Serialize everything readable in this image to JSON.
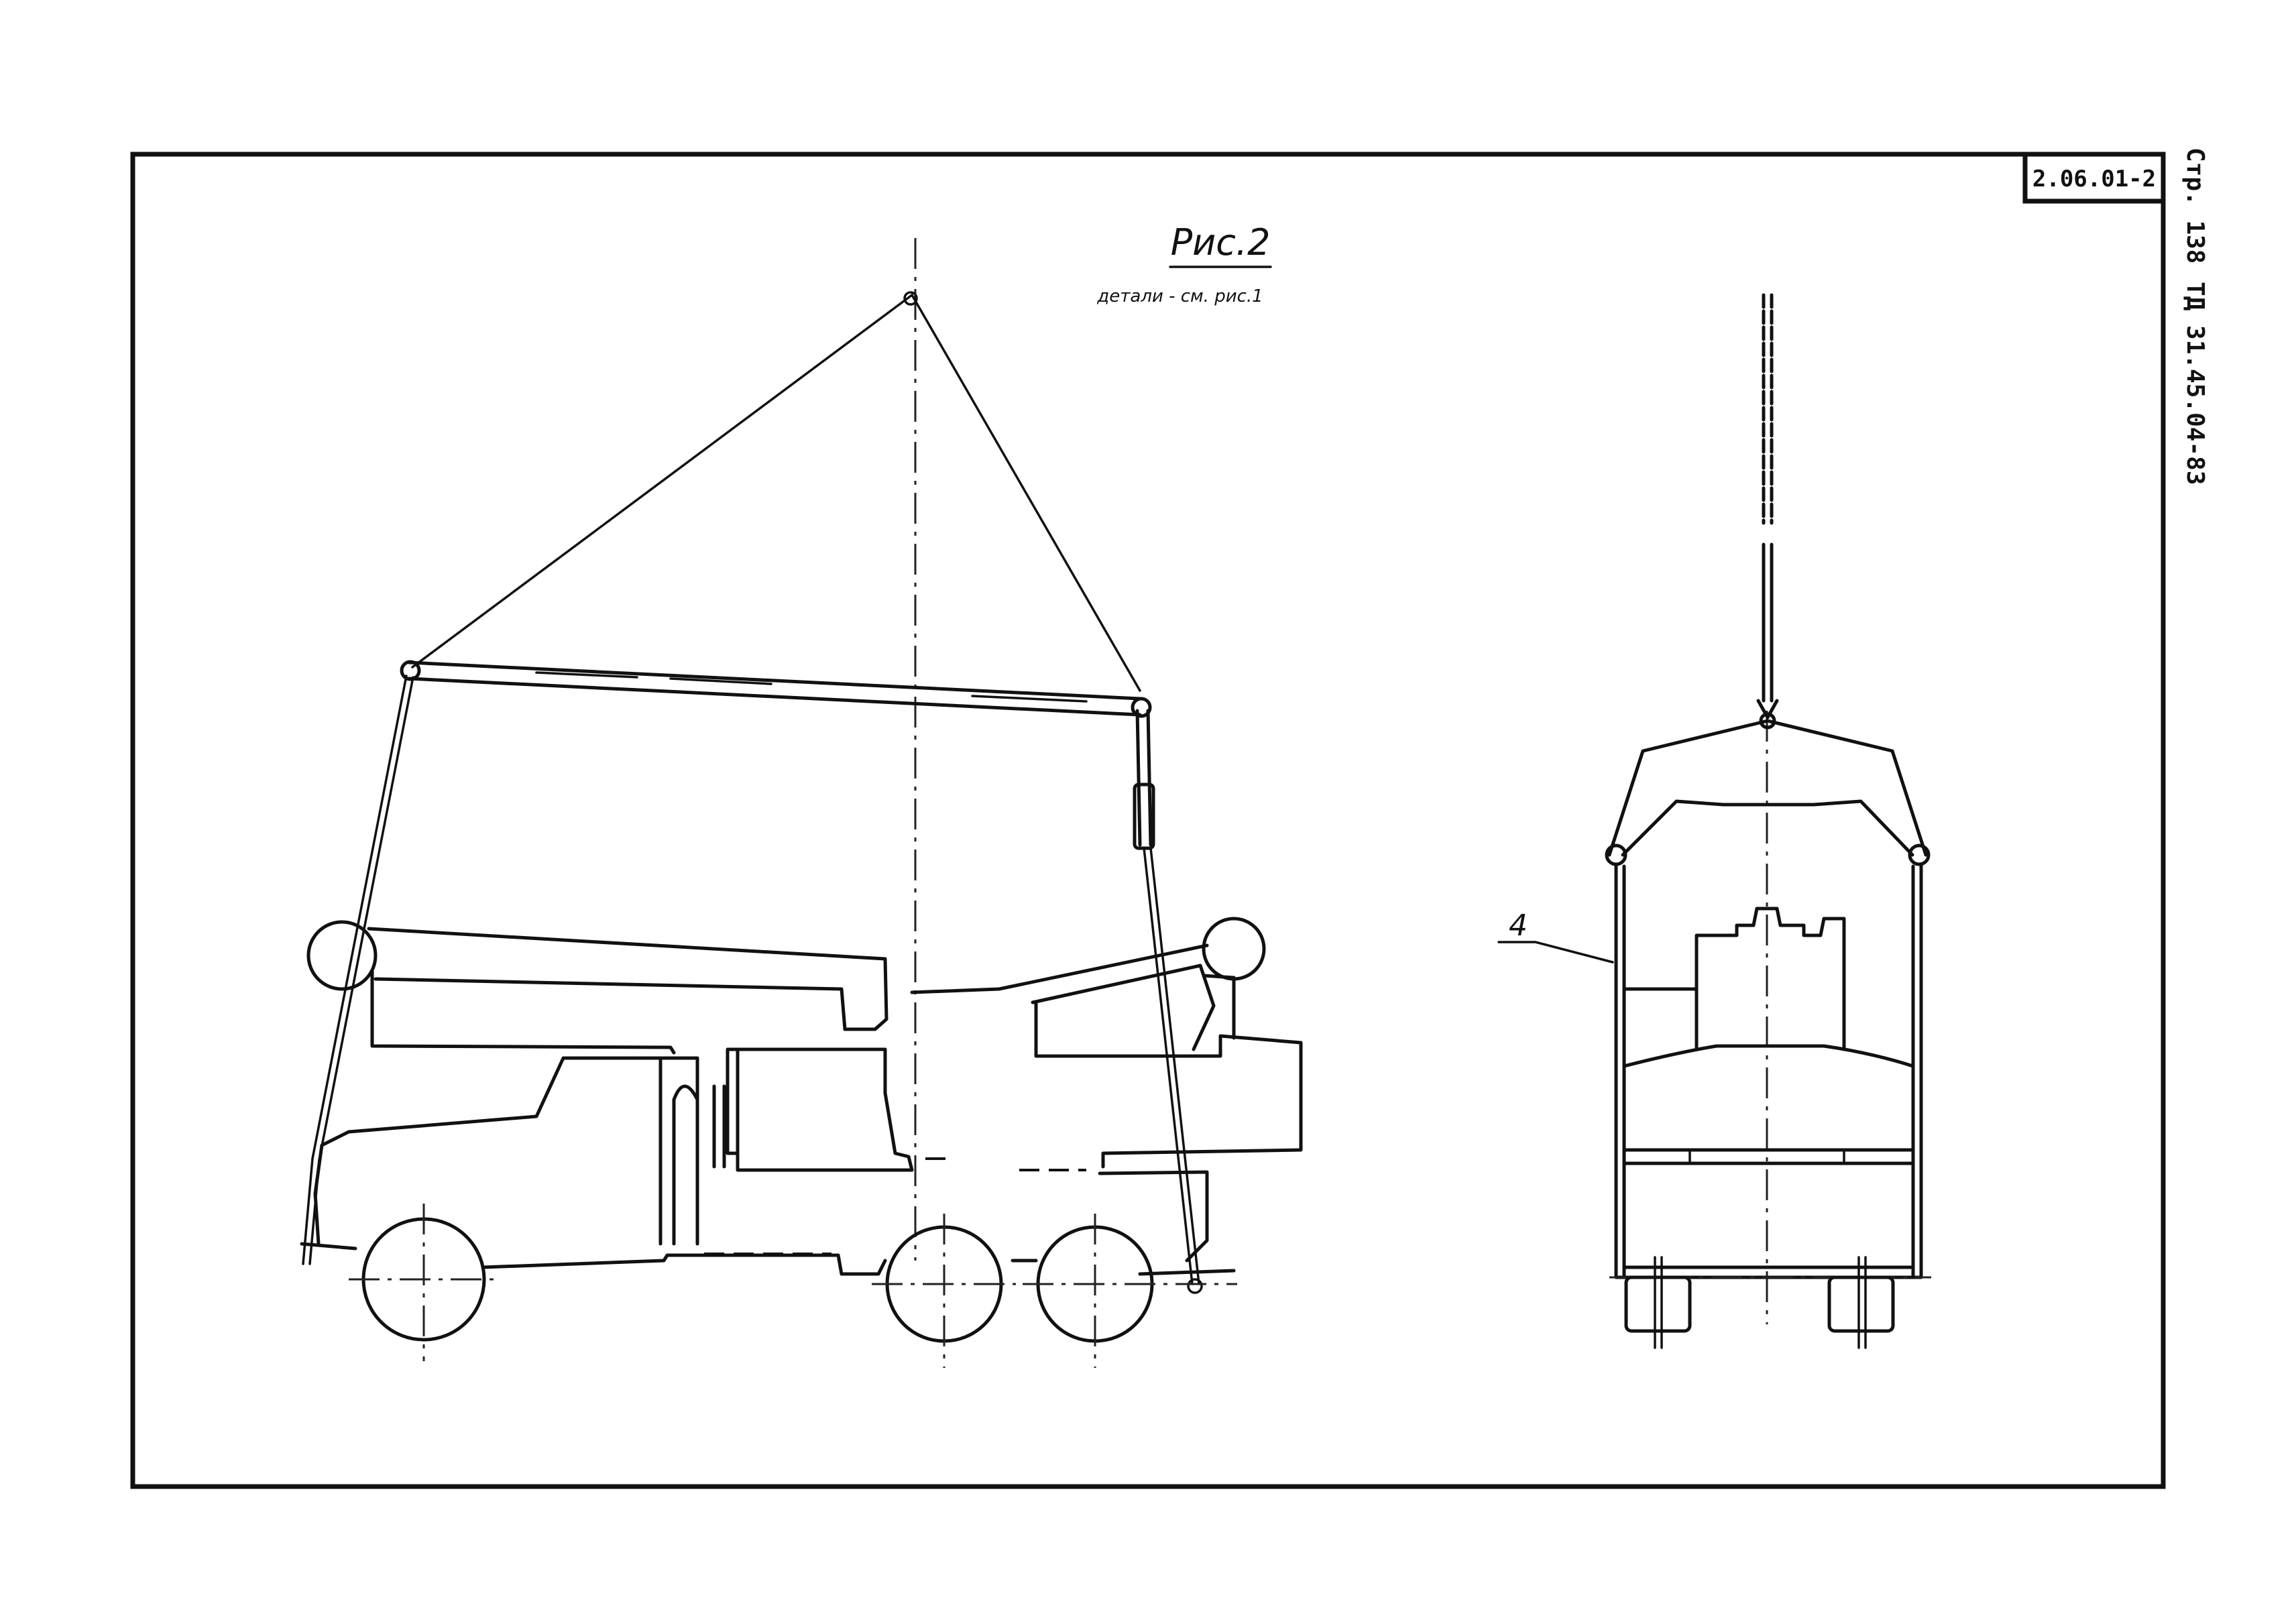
{
  "figure": {
    "title": "Рис.2",
    "subtitle": "детали - см. рис.1",
    "callout_label": "4"
  },
  "title_block": {
    "sheet_code": "2.06.01-2",
    "page_label": "Стр. 138",
    "document_code": "ТД 31.45.04-83"
  }
}
